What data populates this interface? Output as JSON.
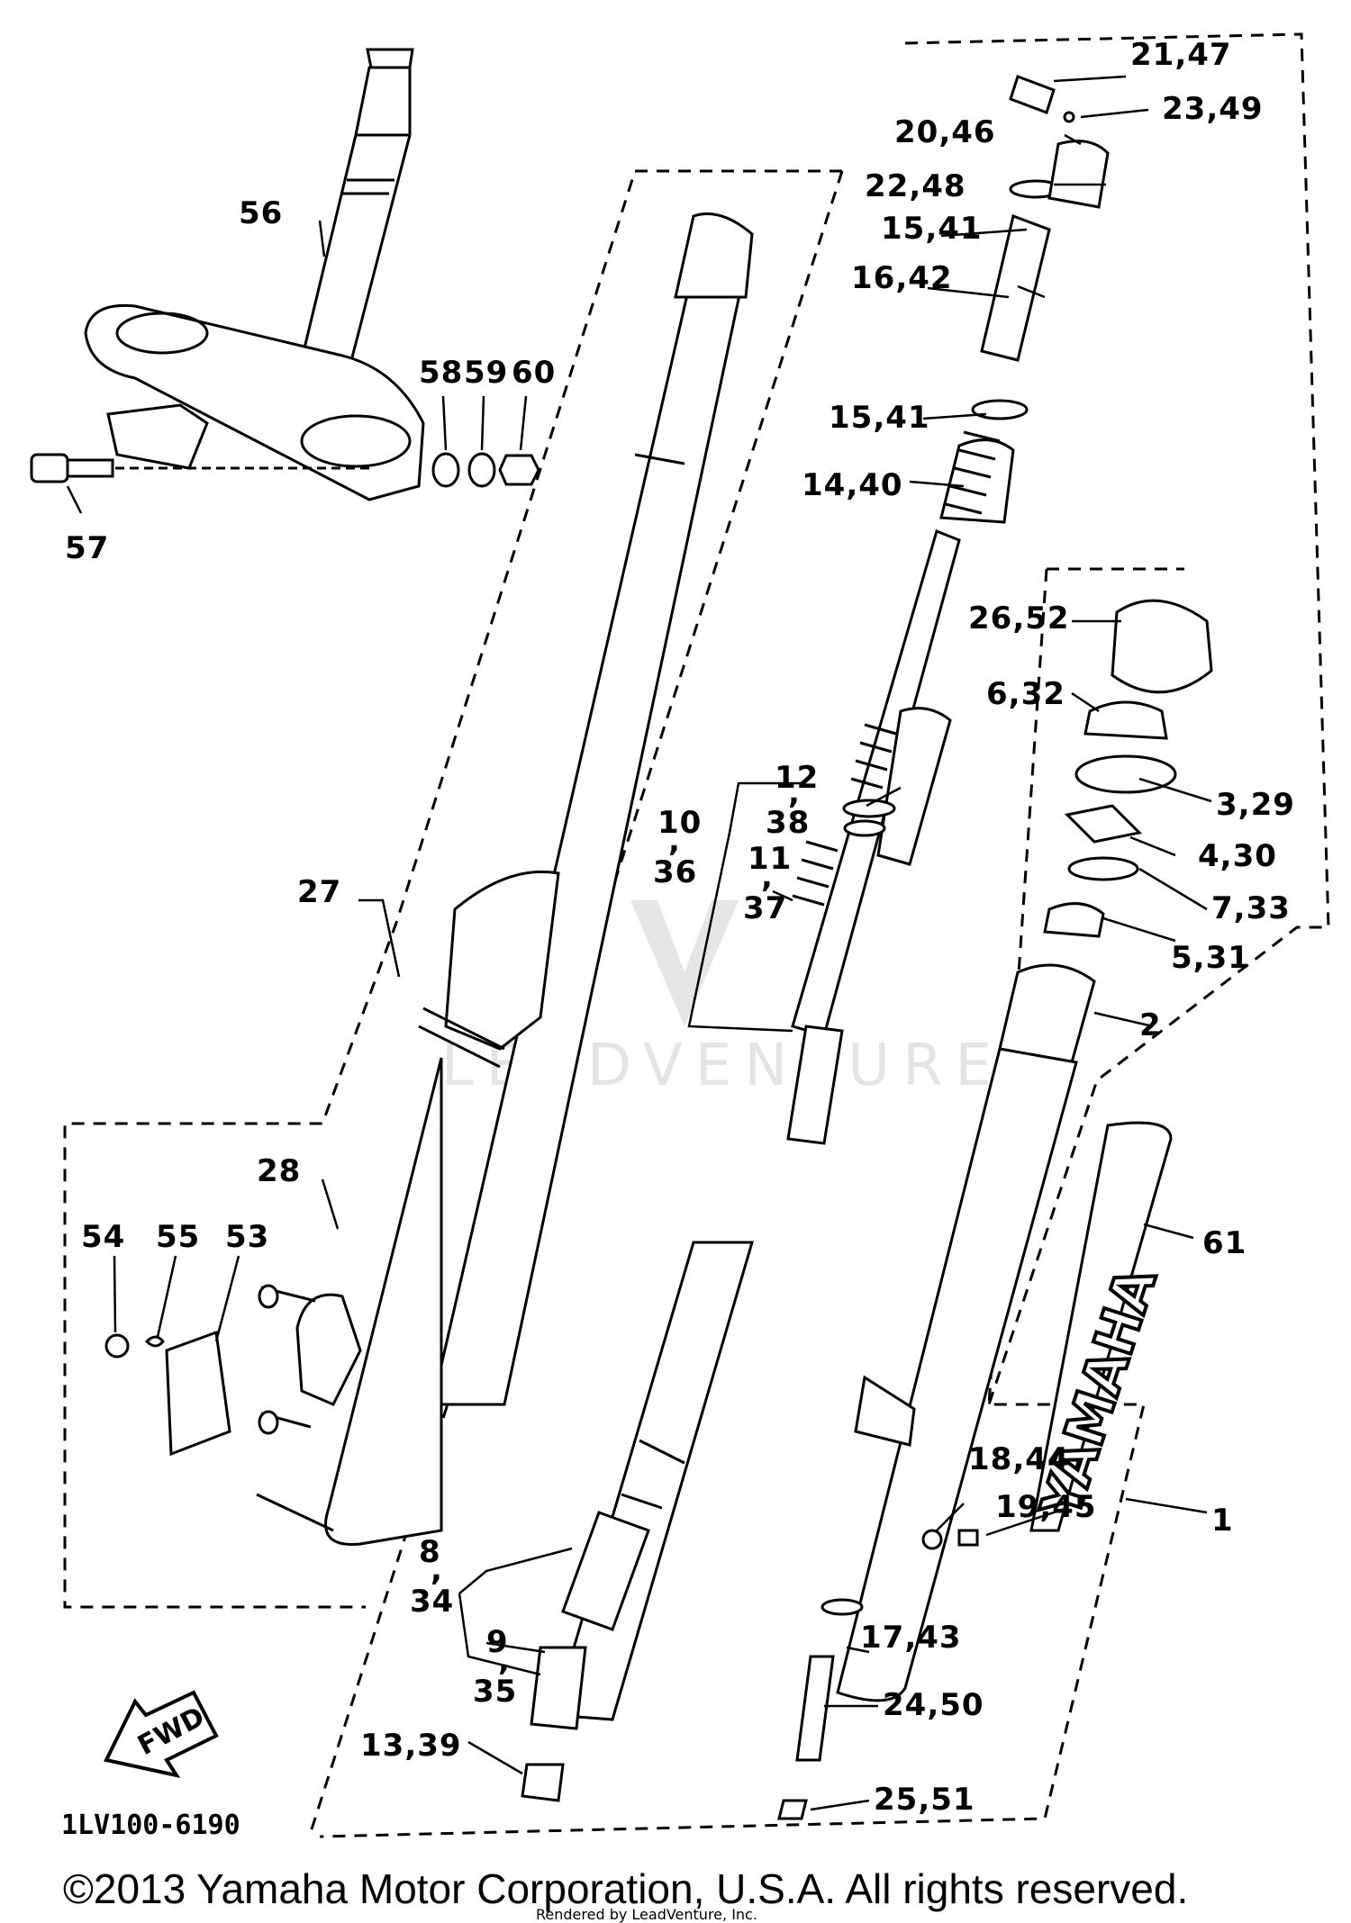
{
  "callouts": {
    "c21_47": "21,47",
    "c23_49": "23,49",
    "c20_46": "20,46",
    "c22_48": "22,48",
    "c15_41a": "15,41",
    "c16_42": "16,42",
    "c15_41b": "15,41",
    "c14_40": "14,40",
    "c56": "56",
    "c58": "58",
    "c59": "59",
    "c60": "60",
    "c57": "57",
    "c26_52": "26,52",
    "c6_32": "6,32",
    "c3_29": "3,29",
    "c4_30": "4,30",
    "c7_33": "7,33",
    "c5_31": "5,31",
    "c2": "2",
    "c12": "12",
    "c38": "38",
    "c10": "10",
    "c36": "36",
    "c11": "11",
    "c37": "37",
    "comma1": ",",
    "comma2": ",",
    "comma3": ",",
    "c27": "27",
    "c28": "28",
    "c54": "54",
    "c55": "55",
    "c53": "53",
    "c61": "61",
    "c18_44": "18,44",
    "c19_45": "19,45",
    "c1": "1",
    "c8": "8",
    "c34": "34",
    "c9": "9",
    "c35": "35",
    "comma4": ",",
    "comma5": ",",
    "c17_43": "17,43",
    "c24_50": "24,50",
    "c13_39": "13,39",
    "c25_51": "25,51"
  },
  "fwd_label": "FWD",
  "brand_decal": "YAMAHA",
  "drawing_code": "1LV100-6190",
  "copyright": "©2013 Yamaha Motor Corporation, U.S.A. All rights reserved.",
  "rendered_by": "Rendered by LeadVenture, Inc.",
  "watermark": "LEADVENTURE"
}
